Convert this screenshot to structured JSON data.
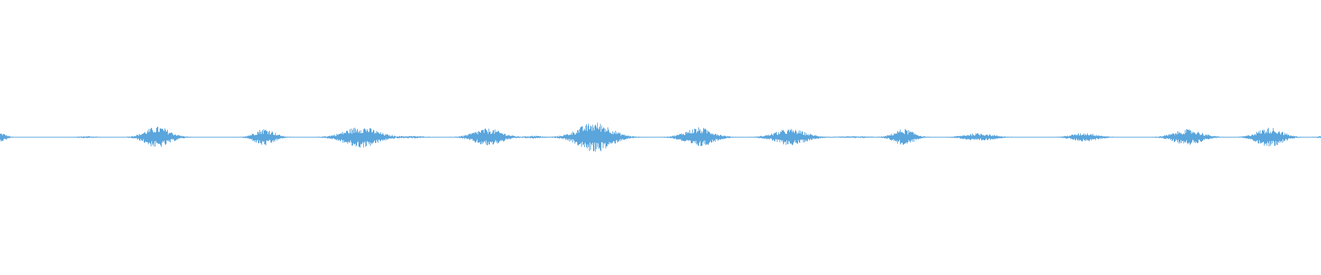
{
  "waveform": {
    "color": "#5aa5dc",
    "background": "#ffffff",
    "amplitude_scale": 1.0,
    "bursts": [
      {
        "position": 0.0,
        "peak": 0.22,
        "spread": 0.004
      },
      {
        "position": 0.066,
        "peak": 0.04,
        "spread": 0.006
      },
      {
        "position": 0.119,
        "peak": 0.55,
        "spread": 0.009
      },
      {
        "position": 0.2,
        "peak": 0.45,
        "spread": 0.007
      },
      {
        "position": 0.273,
        "peak": 0.55,
        "spread": 0.012
      },
      {
        "position": 0.312,
        "peak": 0.05,
        "spread": 0.008
      },
      {
        "position": 0.369,
        "peak": 0.45,
        "spread": 0.01
      },
      {
        "position": 0.404,
        "peak": 0.07,
        "spread": 0.005
      },
      {
        "position": 0.45,
        "peak": 0.78,
        "spread": 0.012
      },
      {
        "position": 0.529,
        "peak": 0.5,
        "spread": 0.01
      },
      {
        "position": 0.598,
        "peak": 0.42,
        "spread": 0.011
      },
      {
        "position": 0.647,
        "peak": 0.04,
        "spread": 0.01
      },
      {
        "position": 0.684,
        "peak": 0.42,
        "spread": 0.007
      },
      {
        "position": 0.741,
        "peak": 0.2,
        "spread": 0.01
      },
      {
        "position": 0.821,
        "peak": 0.22,
        "spread": 0.009
      },
      {
        "position": 0.899,
        "peak": 0.4,
        "spread": 0.01
      },
      {
        "position": 0.961,
        "peak": 0.5,
        "spread": 0.009
      },
      {
        "position": 1.0,
        "peak": 0.05,
        "spread": 0.004
      }
    ],
    "noise_floor": 0.012
  }
}
